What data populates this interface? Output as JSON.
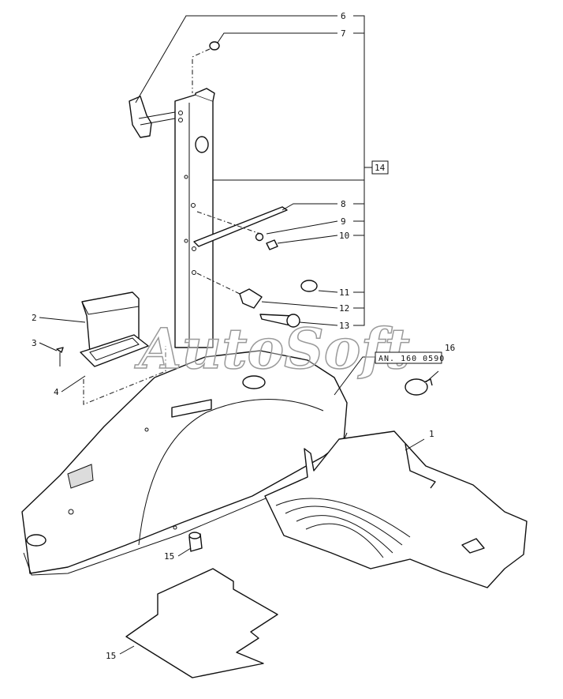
{
  "watermark": "AutoSoft",
  "reference_box": "AN. 160 0590",
  "callouts": [
    {
      "id": "c1",
      "label": "1"
    },
    {
      "id": "c2",
      "label": "2"
    },
    {
      "id": "c3",
      "label": "3"
    },
    {
      "id": "c4",
      "label": "4"
    },
    {
      "id": "c6",
      "label": "6"
    },
    {
      "id": "c7",
      "label": "7"
    },
    {
      "id": "c8",
      "label": "8"
    },
    {
      "id": "c9",
      "label": "9"
    },
    {
      "id": "c10",
      "label": "10"
    },
    {
      "id": "c11",
      "label": "11"
    },
    {
      "id": "c12",
      "label": "12"
    },
    {
      "id": "c13",
      "label": "13"
    },
    {
      "id": "c14",
      "label": "14"
    },
    {
      "id": "c15a",
      "label": "15"
    },
    {
      "id": "c15b",
      "label": "15"
    },
    {
      "id": "c16",
      "label": "16"
    }
  ],
  "colors": {
    "line": "#111111",
    "shade": "#dcdcdc",
    "watermark_stroke": "#9a9a9a"
  }
}
